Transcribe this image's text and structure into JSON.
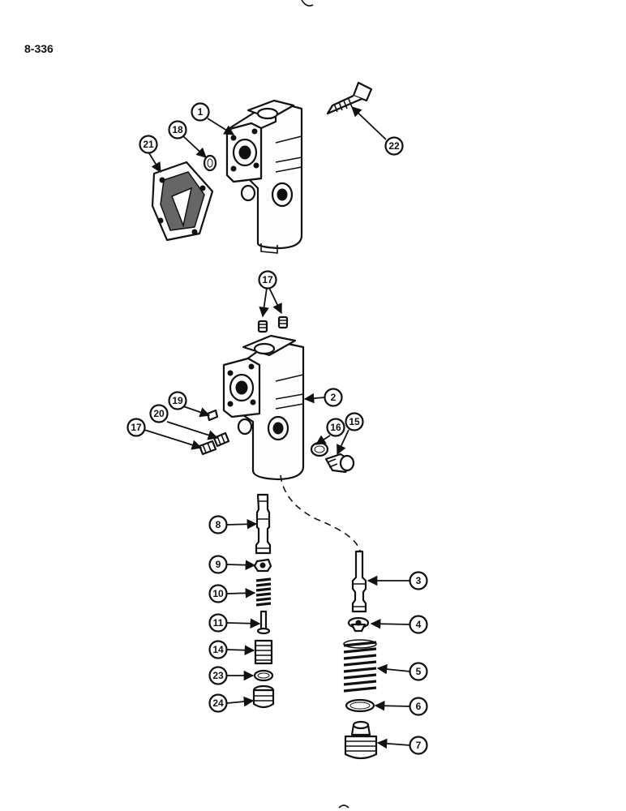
{
  "page_label": "8-336",
  "callouts": [
    {
      "id": "c1",
      "text": "1"
    },
    {
      "id": "c18",
      "text": "18"
    },
    {
      "id": "c21",
      "text": "21"
    },
    {
      "id": "c22",
      "text": "22"
    },
    {
      "id": "c17a",
      "text": "17"
    },
    {
      "id": "c2",
      "text": "2"
    },
    {
      "id": "c19",
      "text": "19"
    },
    {
      "id": "c20",
      "text": "20"
    },
    {
      "id": "c17b",
      "text": "17"
    },
    {
      "id": "c16",
      "text": "16"
    },
    {
      "id": "c15",
      "text": "15"
    },
    {
      "id": "c8",
      "text": "8"
    },
    {
      "id": "c9",
      "text": "9"
    },
    {
      "id": "c10",
      "text": "10"
    },
    {
      "id": "c11",
      "text": "11"
    },
    {
      "id": "c14",
      "text": "14"
    },
    {
      "id": "c23",
      "text": "23"
    },
    {
      "id": "c24",
      "text": "24"
    },
    {
      "id": "c3",
      "text": "3"
    },
    {
      "id": "c4",
      "text": "4"
    },
    {
      "id": "c5",
      "text": "5"
    },
    {
      "id": "c6",
      "text": "6"
    },
    {
      "id": "c7",
      "text": "7"
    }
  ]
}
